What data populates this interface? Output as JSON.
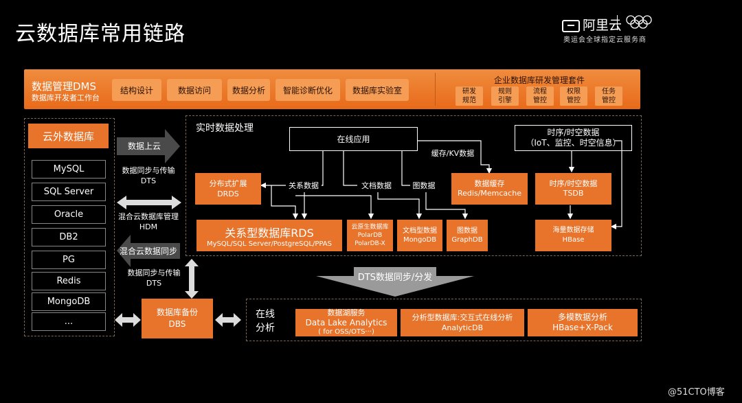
{
  "title": "云数据库常用链路",
  "brand": {
    "name": "阿里云",
    "subtitle": "奥运会全球指定云服务商"
  },
  "dms": {
    "title": "数据管理DMS",
    "subtitle": "数据库开发者工作台",
    "buttons": [
      "结构设计",
      "数据访问",
      "数据分析",
      "智能诊断优化",
      "数据库实验室"
    ],
    "suite_title": "企业数据库研发管理套件",
    "suite_items": [
      "研发\n规范",
      "规则\n引擎",
      "流程\n管控",
      "权限\n管控",
      "任务\n管控"
    ]
  },
  "external": {
    "title": "云外数据库",
    "items": [
      "MySQL",
      "SQL Server",
      "Oracle",
      "DB2",
      "PG",
      "Redis",
      "MongoDB",
      "..."
    ]
  },
  "arrows": {
    "to_cloud": "数据上云",
    "sync1": "数据同步与传输\nDTS",
    "hdm": "混合云数据库管理\nHDM",
    "hybrid_sync": "混合云数据同步",
    "sync2": "数据同步与传输\nDTS"
  },
  "realtime": {
    "title": "实时数据处理",
    "online_app": "在线应用",
    "cache_kv": "缓存/KV数据",
    "timeseries": "时序/时空数据\n（IoT、监控、时空信息）",
    "relational_data": "关系数据",
    "doc_data": "文档数据",
    "graph_data": "图数据",
    "drds": "分布式扩展\nDRDS",
    "rds_title": "关系型数据库RDS",
    "rds_sub": "MySQL/SQL Server/PostgreSQL/PPAS",
    "polardb": "云原生数据库\nPolarDB\nPolarDB-X",
    "mongodb": "文档型数据\nMongoDB",
    "graphdb": "图数据\nGraphDB",
    "redis": "数据缓存\nRedis/Memcache",
    "tsdb": "时序/时空数据\nTSDB",
    "hbase": "海量数据存储\nHBase"
  },
  "dts_dist": "DTS数据同步/分发",
  "dbs": "数据库备份\nDBS",
  "analytics": {
    "title": "在线\n分析",
    "dla_title": "数据湖服务",
    "dla_name": "Data Lake Analytics",
    "dla_sub": "( for OSS/OTS···)",
    "adb": "分析型数据库:交互式在线分析\nAnalyticDB",
    "hbase_multi": "多模数据分析\nHBase+X-Pack"
  },
  "watermark": "@51CTO博客",
  "colors": {
    "orange": "#e8732a",
    "bar": "#ec7a2a",
    "background": "#000000"
  }
}
